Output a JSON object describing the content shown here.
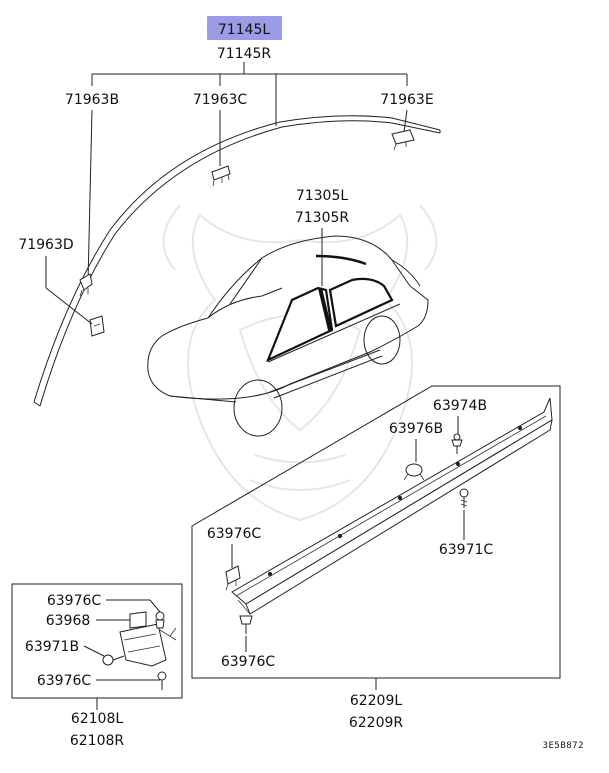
{
  "diagram": {
    "highlight_color": "#9b9be6",
    "part_labels": {
      "p71145L": "71145L",
      "p71145R": "71145R",
      "p71963B": "71963B",
      "p71963C": "71963C",
      "p71963E": "71963E",
      "p71963D": "71963D",
      "p71305L": "71305L",
      "p71305R": "71305R",
      "p63974B": "63974B",
      "p63976B": "63976B",
      "p63976C_main": "63976C",
      "p63971C": "63971C",
      "p63976C_lower": "63976C",
      "p63976C_box_top": "63976C",
      "p63968": "63968",
      "p63971B": "63971B",
      "p63976C_box_bottom": "63976C",
      "p62108L": "62108L",
      "p62108R": "62108R",
      "p62209L": "62209L",
      "p62209R": "62209R"
    },
    "diagram_code": "3E5B872"
  }
}
